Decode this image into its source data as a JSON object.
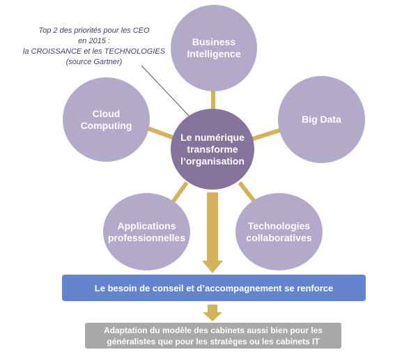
{
  "diagram": {
    "annotation": {
      "line1": "Top 2 des priorités pour les CEO",
      "line2": "en 2015 :",
      "line3": "la CROISSANCE et les TECHNOLOGIES",
      "line4": "(source Gartner)"
    },
    "center": {
      "line1": "Le numérique",
      "line2": "transforme",
      "line3": "l’organisation"
    },
    "nodes": {
      "business_intelligence": {
        "line1": "Business",
        "line2": "Intelligence"
      },
      "big_data": {
        "line1": "Big Data"
      },
      "cloud_computing": {
        "line1": "Cloud Computing"
      },
      "applications": {
        "line1": "Applications",
        "line2": "professionnelles"
      },
      "technologies": {
        "line1": "Technologies",
        "line2": "collaboratives"
      }
    },
    "banner": "Le besoin de conseil et d’accompagnement se renforce",
    "bottom": {
      "line1": "Adaptation du modèle des cabinets aussi bien pour les",
      "line2": "généralistes que pour les stratèges ou les cabinets IT"
    },
    "colors": {
      "outer_node": "#b3a9c8",
      "center_node": "#85739b",
      "connector": "#d4b25a",
      "banner": "#6584cf",
      "bottom_box": "#a8a8a8",
      "annotation_text": "#4c3b6a"
    }
  }
}
